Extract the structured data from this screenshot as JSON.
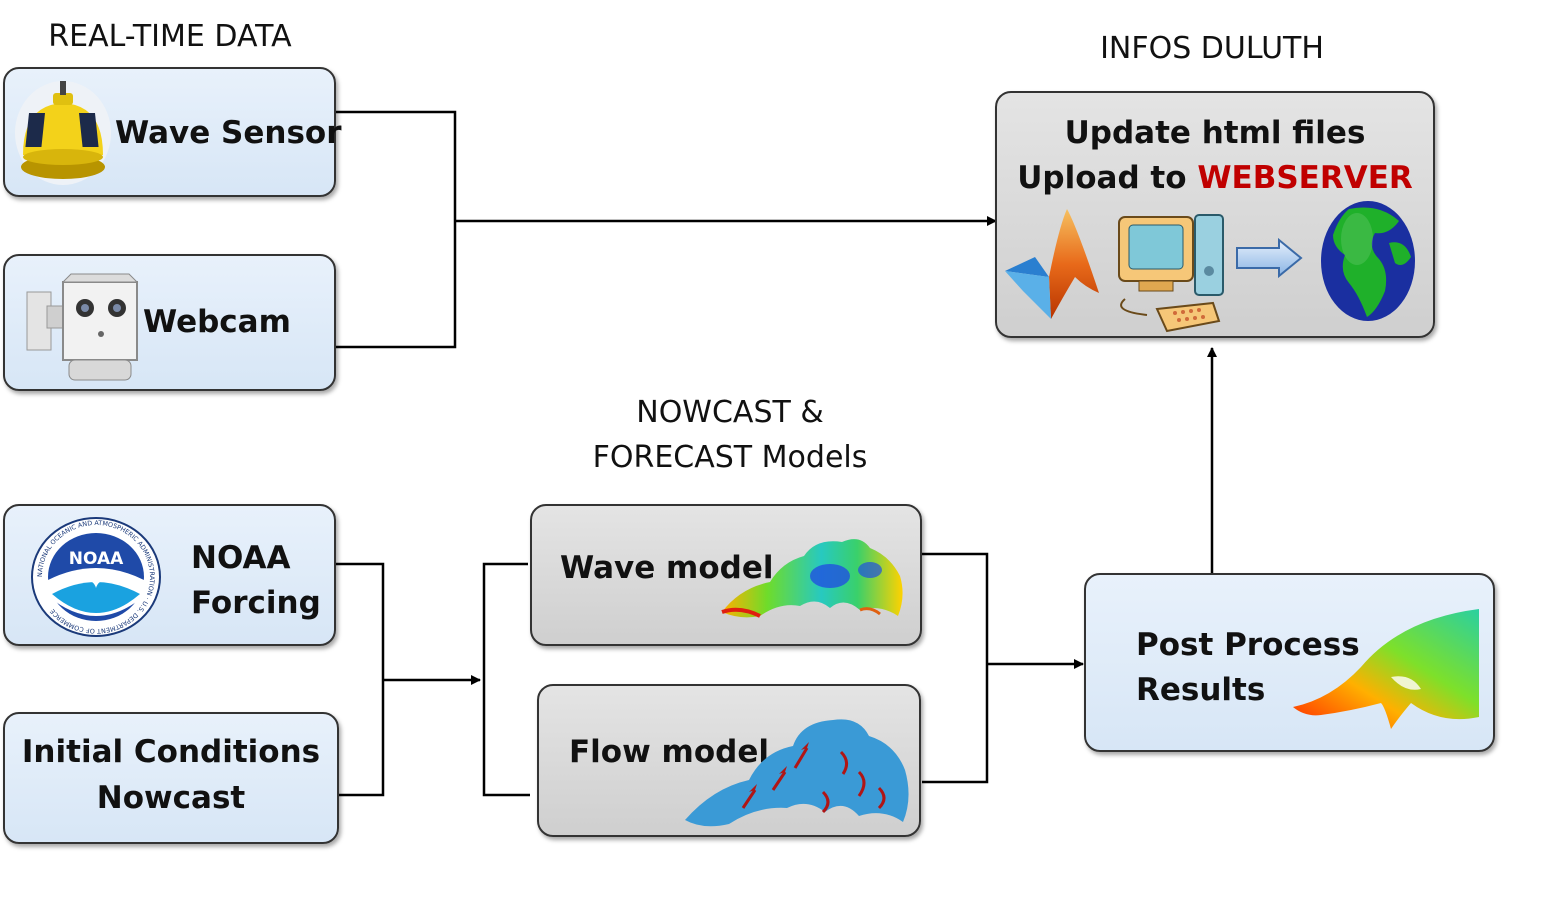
{
  "sections": {
    "realtime": "REAL-TIME DATA",
    "infos": "INFOS DULUTH",
    "models_line1": "NOWCAST &",
    "models_line2": "FORECAST Models"
  },
  "boxes": {
    "wave_sensor": "Wave Sensor",
    "webcam": "Webcam",
    "noaa_line1": "NOAA",
    "noaa_line2": "Forcing",
    "initial_line1": "Initial Conditions",
    "initial_line2": "Nowcast",
    "wave_model": "Wave model",
    "flow_model": "Flow model",
    "post_line1": "Post Process",
    "post_line2": "Results",
    "update_line1": "Update html files",
    "update_line2_prefix": "Upload to ",
    "update_line2_highlight": "WEBSERVER"
  },
  "logos": {
    "noaa_logo_text": "NOAA",
    "noaa_ring_text": "NATIONAL OCEANIC AND ATMOSPHERIC ADMINISTRATION · U.S. DEPARTMENT OF COMMERCE"
  },
  "colors": {
    "box_blue": "#dde9f7",
    "box_gray": "#d8d8d8",
    "highlight_red": "#c00000"
  },
  "icons": [
    "buoy-icon",
    "webcam-icon",
    "noaa-logo-icon",
    "wave-map-icon",
    "flow-map-icon",
    "post-process-map-icon",
    "matlab-icon",
    "computer-icon",
    "arrow-right-icon",
    "globe-icon"
  ]
}
